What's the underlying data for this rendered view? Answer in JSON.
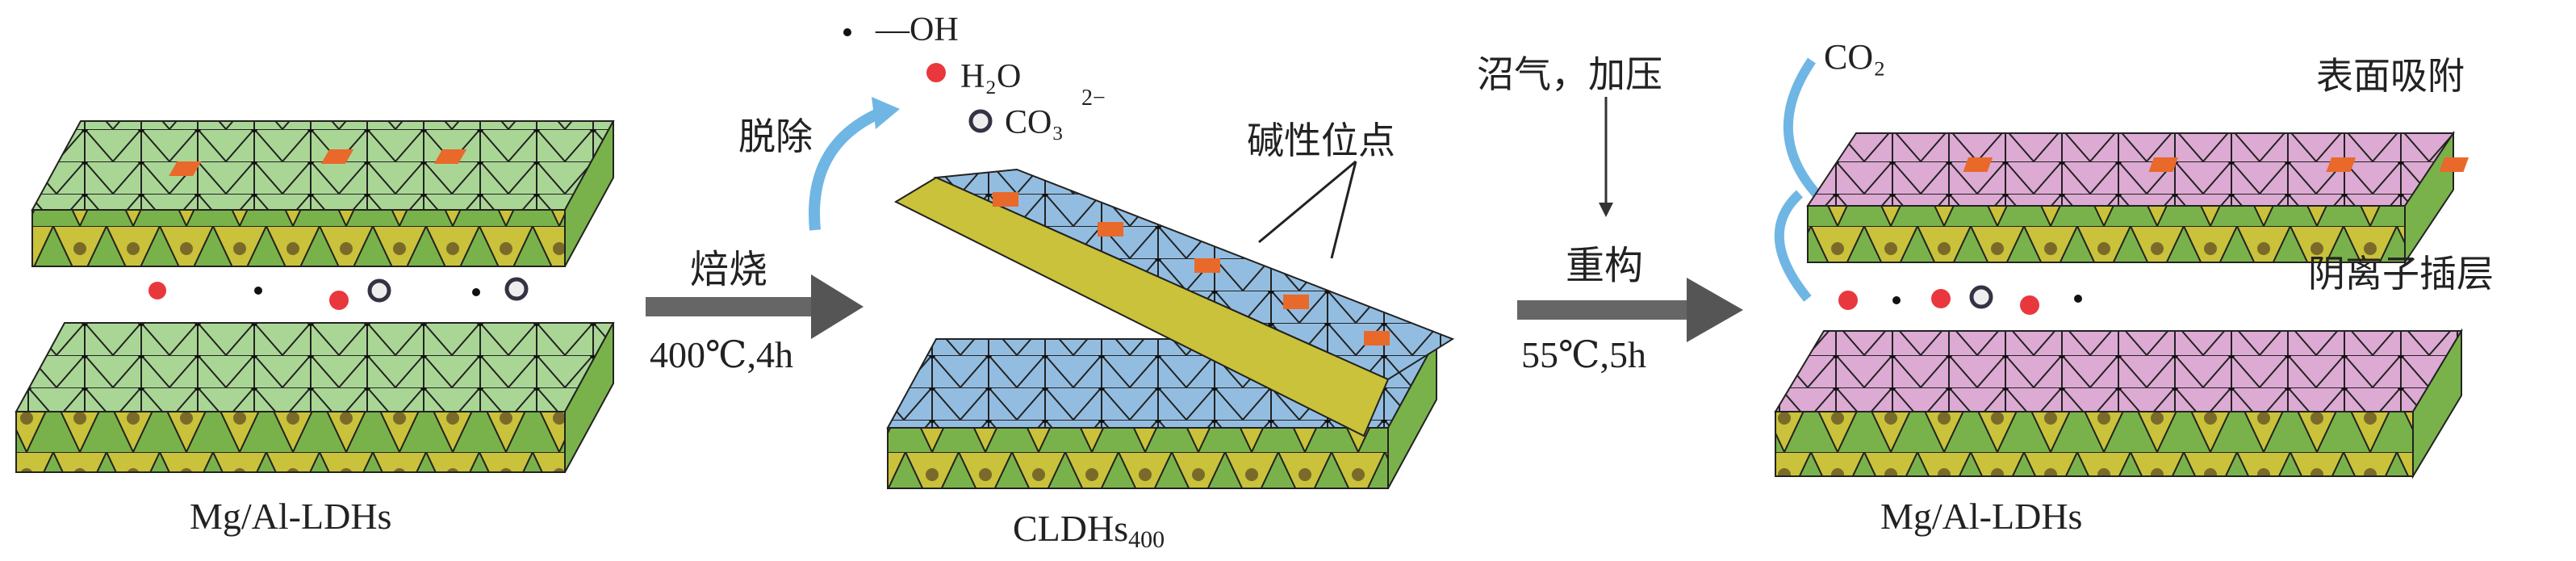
{
  "stage1": {
    "label": "Mg/Al-LDHs"
  },
  "step1": {
    "label": "焙烧",
    "condition": "400℃,4h"
  },
  "removal": {
    "label": "脱除",
    "oh": "—OH",
    "h2o": "H₂O",
    "co3": "CO₃",
    "co3_charge": "2−"
  },
  "stage2": {
    "label": "CLDHs",
    "label_sub": "400",
    "basic_sites": "碱性位点"
  },
  "step2": {
    "gas": "沼气，加压",
    "label": "重构",
    "condition": "55℃,5h"
  },
  "stage3": {
    "label": "Mg/Al-LDHs",
    "co2": "CO₂",
    "surface": "表面吸附",
    "intercalation": "阴离子插层"
  },
  "colors": {
    "green": "#9fcf8a",
    "yellow": "#c9c23a",
    "blue": "#8fb6dc",
    "pink": "#d9a6cf",
    "orange": "#e8692a",
    "red": "#e8383d",
    "arrow": "#555555",
    "curve": "#6fb6e4"
  }
}
